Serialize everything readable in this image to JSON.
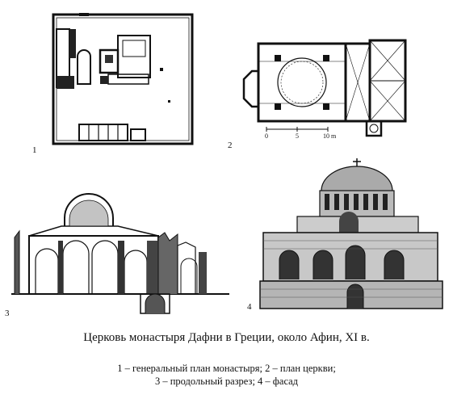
{
  "figure": {
    "panel_numbers": [
      "1",
      "2",
      "3",
      "4"
    ],
    "scale_labels": [
      "0",
      "5",
      "10 m"
    ],
    "caption": "Церковь монастыря Дафни в Греции, около Афин, XI в.",
    "legend_line1": "1 – генеральный план монастыря; 2 – план церкви;",
    "legend_line2": "3 – продольный разрез; 4 – фасад"
  }
}
